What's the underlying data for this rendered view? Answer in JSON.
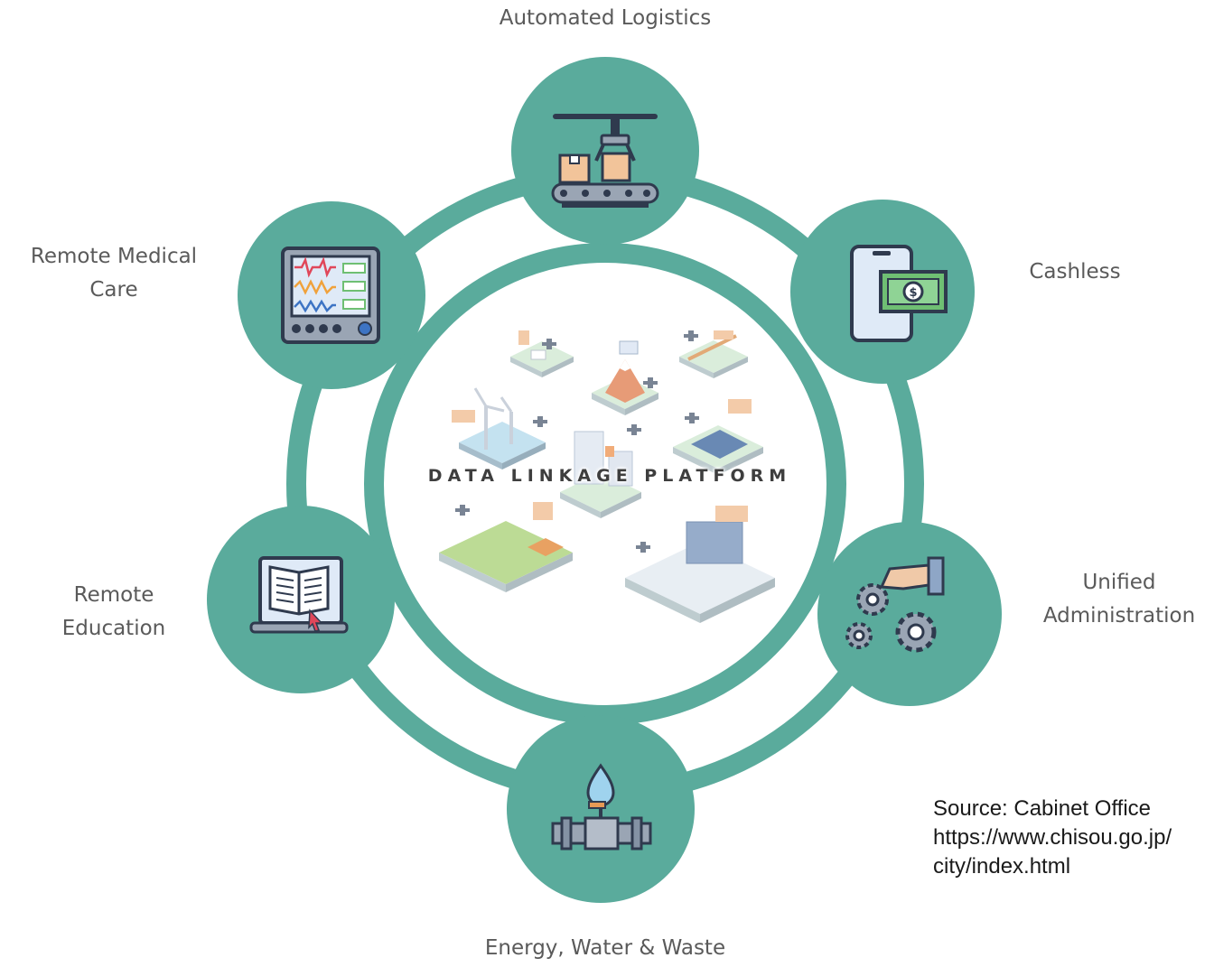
{
  "platform": {
    "title": "DATA LINKAGE PLATFORM"
  },
  "colors": {
    "teal": "#5aab9c",
    "teal_dark": "#3f8f81",
    "icon_navy": "#2f3a4e"
  },
  "nodes": [
    {
      "id": "automated-logistics",
      "label_lines": [
        "Automated Logistics"
      ],
      "icon": "conveyor-belt-robot-arm-icon"
    },
    {
      "id": "cashless",
      "label_lines": [
        "Cashless"
      ],
      "icon": "smartphone-cash-icon"
    },
    {
      "id": "unified-administration",
      "label_lines": [
        "Unified",
        "Administration"
      ],
      "icon": "hand-gears-icon"
    },
    {
      "id": "energy-water-waste",
      "label_lines": [
        "Energy, Water & Waste"
      ],
      "icon": "water-pipe-valve-icon"
    },
    {
      "id": "remote-education",
      "label_lines": [
        "Remote",
        "Education"
      ],
      "icon": "laptop-book-icon"
    },
    {
      "id": "remote-medical-care",
      "label_lines": [
        "Remote Medical",
        "Care"
      ],
      "icon": "vital-signs-monitor-icon"
    }
  ],
  "source": {
    "lines": [
      "Source: Cabinet Office",
      "https://www.chisou.go.jp/",
      "city/index.html"
    ]
  }
}
